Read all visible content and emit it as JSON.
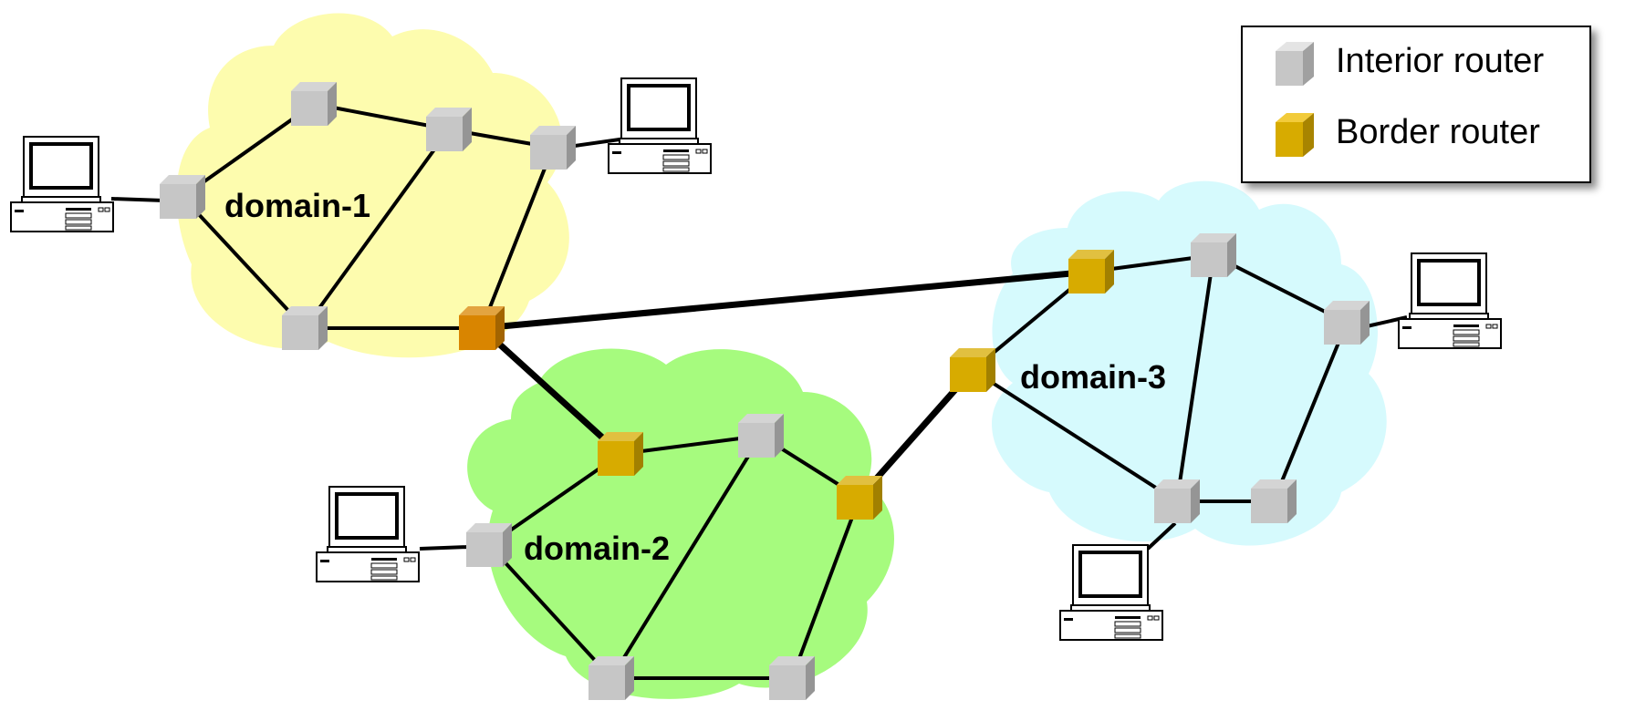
{
  "legend": {
    "interior_label": "Interior router",
    "border_label": "Border router"
  },
  "domains": [
    {
      "id": "d1",
      "label": "domain-1"
    },
    {
      "id": "d2",
      "label": "domain-2"
    },
    {
      "id": "d3",
      "label": "domain-3"
    }
  ],
  "colors": {
    "domain_1_cloud": "#fdfcae",
    "domain_2_cloud": "#a6fb7e",
    "domain_3_cloud": "#d6fafd",
    "interior_router": "#c6c6c6",
    "border_router": "#d7ab00",
    "border_router_domain1": "#d98500"
  },
  "routers": [
    {
      "id": "r1a",
      "type": "interior",
      "domain": "d1"
    },
    {
      "id": "r1b",
      "type": "interior",
      "domain": "d1"
    },
    {
      "id": "r1c",
      "type": "interior",
      "domain": "d1"
    },
    {
      "id": "r1d",
      "type": "interior",
      "domain": "d1"
    },
    {
      "id": "r1e",
      "type": "interior",
      "domain": "d1"
    },
    {
      "id": "b1",
      "type": "border",
      "domain": "d1"
    },
    {
      "id": "b2a",
      "type": "border",
      "domain": "d2"
    },
    {
      "id": "r2a",
      "type": "interior",
      "domain": "d2"
    },
    {
      "id": "b2b",
      "type": "border",
      "domain": "d2"
    },
    {
      "id": "r2b",
      "type": "interior",
      "domain": "d2"
    },
    {
      "id": "r2c",
      "type": "interior",
      "domain": "d2"
    },
    {
      "id": "r2d",
      "type": "interior",
      "domain": "d2"
    },
    {
      "id": "b3a",
      "type": "border",
      "domain": "d3"
    },
    {
      "id": "b3b",
      "type": "border",
      "domain": "d3"
    },
    {
      "id": "r3a",
      "type": "interior",
      "domain": "d3"
    },
    {
      "id": "r3b",
      "type": "interior",
      "domain": "d3"
    },
    {
      "id": "r3c",
      "type": "interior",
      "domain": "d3"
    },
    {
      "id": "r3d",
      "type": "interior",
      "domain": "d3"
    }
  ],
  "hosts": [
    {
      "id": "h1",
      "attached_to": "r1a"
    },
    {
      "id": "h2",
      "attached_to": "r1d"
    },
    {
      "id": "h3",
      "attached_to": "r2b"
    },
    {
      "id": "h4",
      "attached_to": "r3b"
    },
    {
      "id": "h5",
      "attached_to": "r3c"
    }
  ],
  "links": [
    {
      "from": "r1a",
      "to": "r1b",
      "kind": "intra"
    },
    {
      "from": "r1a",
      "to": "r1e",
      "kind": "intra"
    },
    {
      "from": "r1b",
      "to": "r1c",
      "kind": "intra"
    },
    {
      "from": "r1c",
      "to": "r1d",
      "kind": "intra"
    },
    {
      "from": "r1c",
      "to": "r1e",
      "kind": "intra"
    },
    {
      "from": "r1d",
      "to": "b1",
      "kind": "intra"
    },
    {
      "from": "r1e",
      "to": "b1",
      "kind": "intra"
    },
    {
      "from": "b1",
      "to": "b3a",
      "kind": "inter"
    },
    {
      "from": "b1",
      "to": "b2a",
      "kind": "inter"
    },
    {
      "from": "b2a",
      "to": "r2a",
      "kind": "intra"
    },
    {
      "from": "b2a",
      "to": "r2b",
      "kind": "intra"
    },
    {
      "from": "r2a",
      "to": "b2b",
      "kind": "intra"
    },
    {
      "from": "r2a",
      "to": "r2c",
      "kind": "intra"
    },
    {
      "from": "r2b",
      "to": "r2c",
      "kind": "intra"
    },
    {
      "from": "r2c",
      "to": "r2d",
      "kind": "intra"
    },
    {
      "from": "b2b",
      "to": "r2d",
      "kind": "intra"
    },
    {
      "from": "b2b",
      "to": "b3b",
      "kind": "inter"
    },
    {
      "from": "b3a",
      "to": "r3a",
      "kind": "intra"
    },
    {
      "from": "b3a",
      "to": "b3b",
      "kind": "intra"
    },
    {
      "from": "r3a",
      "to": "r3b",
      "kind": "intra"
    },
    {
      "from": "r3a",
      "to": "r3c",
      "kind": "intra"
    },
    {
      "from": "b3b",
      "to": "r3c",
      "kind": "intra"
    },
    {
      "from": "r3c",
      "to": "r3d",
      "kind": "intra"
    },
    {
      "from": "r3b",
      "to": "r3d",
      "kind": "intra"
    }
  ]
}
